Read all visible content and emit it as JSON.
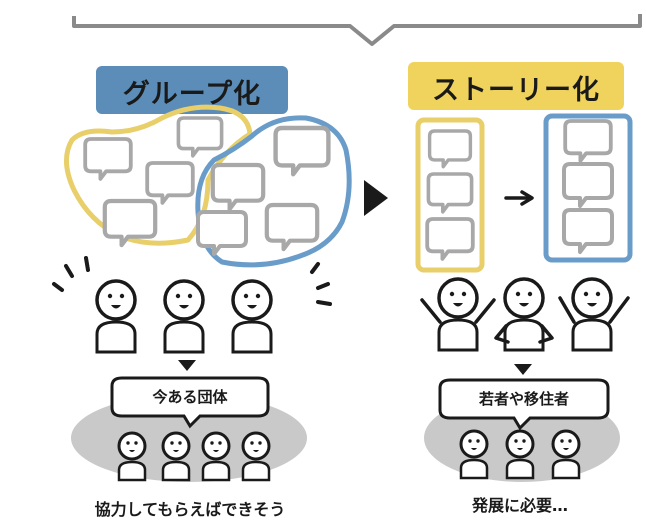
{
  "left": {
    "title": "グループ化",
    "bubble": "今ある団体",
    "caption": "協力してもらえばできそう",
    "colors": {
      "title_bg": "#5b8db8",
      "group_a": "#e8cf6a",
      "group_b": "#6a9cc9"
    }
  },
  "right": {
    "title": "ストーリー化",
    "bubble": "若者や移住者",
    "caption": "発展に必要…",
    "colors": {
      "title_bg": "#f0d35c",
      "group_a": "#e8cf6a",
      "group_b": "#6a9cc9"
    }
  },
  "icons": [
    "arrow-right-icon",
    "arrow-down-icon",
    "speech-bubble-icon",
    "person-icon"
  ]
}
